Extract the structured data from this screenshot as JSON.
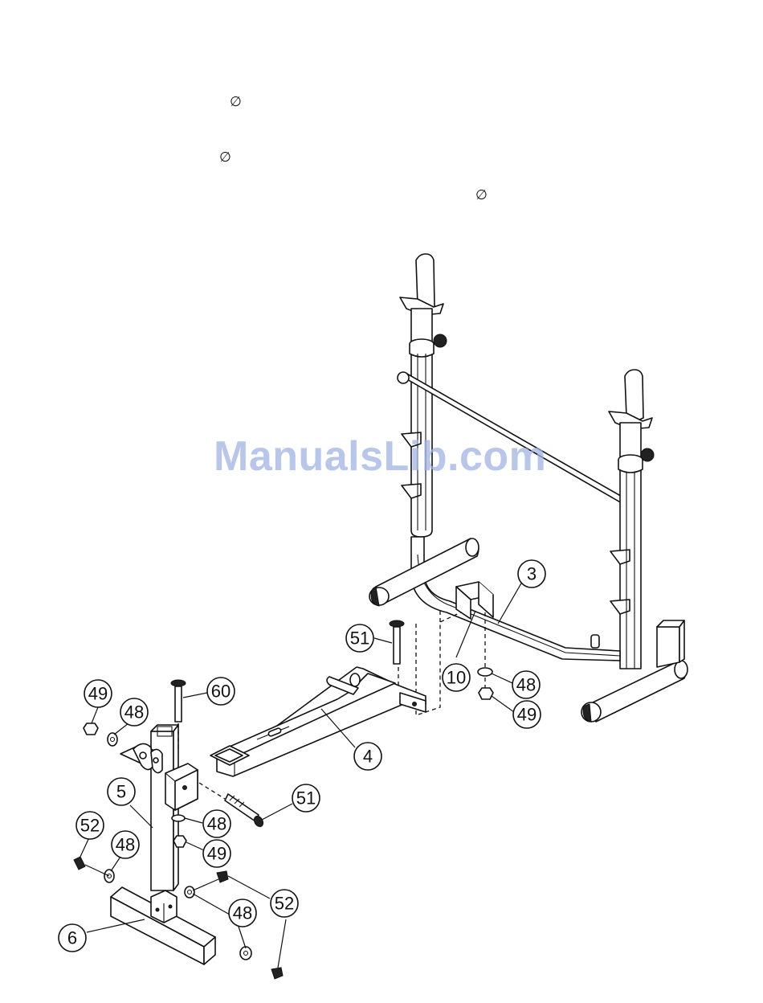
{
  "diameter_symbols": [
    {
      "id": "dia-1",
      "text": "∅"
    },
    {
      "id": "dia-2",
      "text": "∅"
    },
    {
      "id": "dia-3",
      "text": "∅"
    }
  ],
  "watermark": "ManualsLib.com",
  "callouts": [
    {
      "id": "c3",
      "label": "3"
    },
    {
      "id": "c51a",
      "label": "51"
    },
    {
      "id": "c10",
      "label": "10"
    },
    {
      "id": "c48a",
      "label": "48"
    },
    {
      "id": "c49a",
      "label": "49"
    },
    {
      "id": "c60",
      "label": "60"
    },
    {
      "id": "c49b",
      "label": "49"
    },
    {
      "id": "c48b",
      "label": "48"
    },
    {
      "id": "c4",
      "label": "4"
    },
    {
      "id": "c5",
      "label": "5"
    },
    {
      "id": "c51b",
      "label": "51"
    },
    {
      "id": "c48c",
      "label": "48"
    },
    {
      "id": "c52a",
      "label": "52"
    },
    {
      "id": "c48d",
      "label": "48"
    },
    {
      "id": "c49c",
      "label": "49"
    },
    {
      "id": "c52b",
      "label": "52"
    },
    {
      "id": "c48e",
      "label": "48"
    },
    {
      "id": "c6",
      "label": "6"
    }
  ]
}
